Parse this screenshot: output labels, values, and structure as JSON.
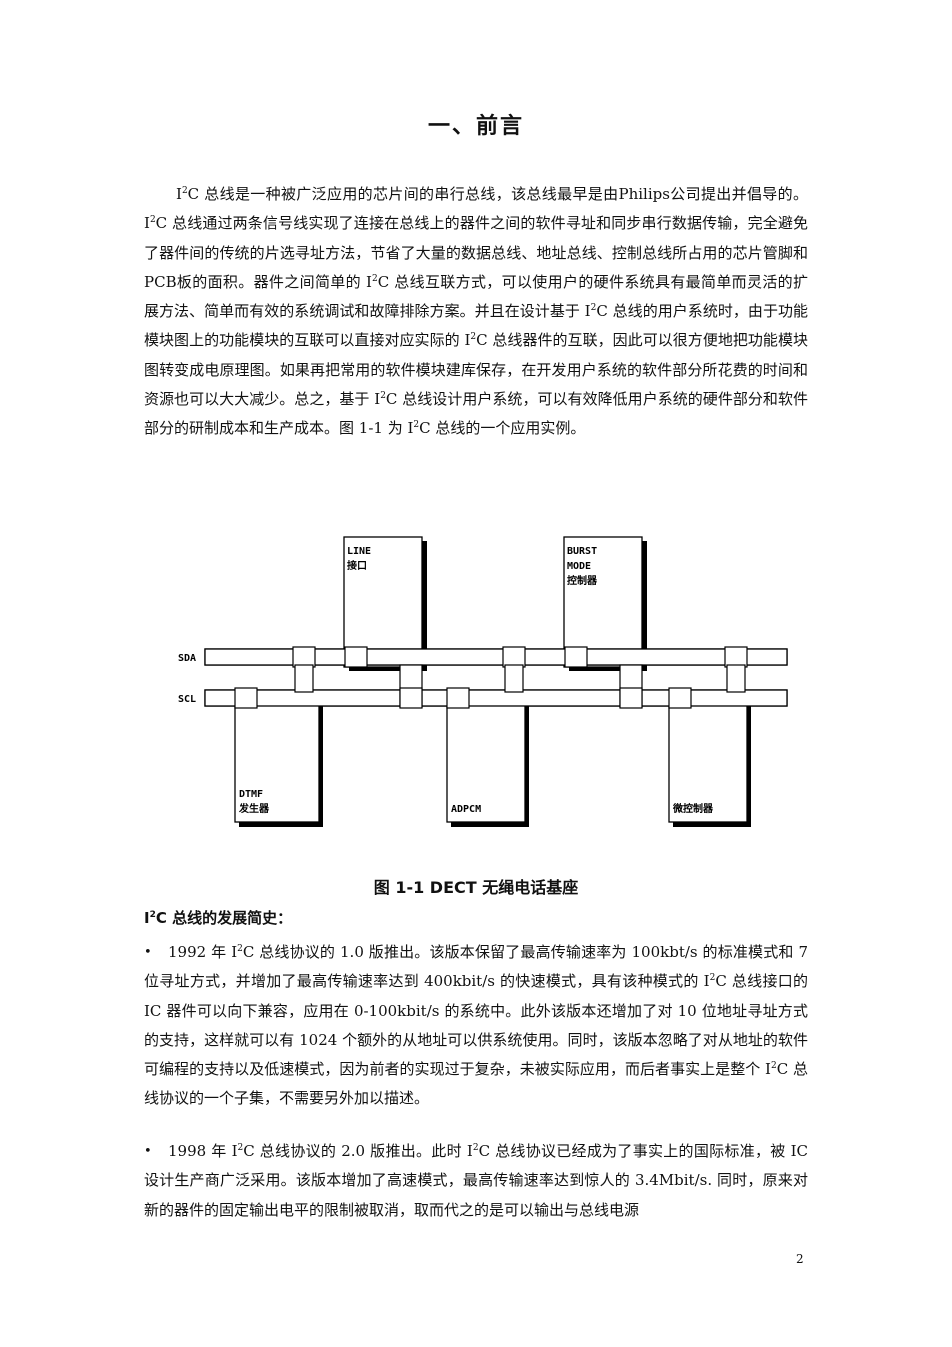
{
  "title": "一、前言",
  "intro": {
    "i2c": "I",
    "sup": "2",
    "c_rest": "C 总线是一种被广泛应用的芯片间的串行总线，该总线最早是由Philips公司提出并倡导的。",
    "s2_pre": " I",
    "s2_rest": "C 总线通过两条信号线实现了连接在总线上的器件之间的软件寻址和同步串行数据传输，完全避免了器件间的传统的片选寻址方法，节省了大量的数据总线、地址总线、控制总线所占用的芯片管脚和PCB板的面积。器件之间简单的 I",
    "s3_rest": "C 总线互联方式，可以使用户的硬件系统具有最简单而灵活的扩展方法、简单而有效的系统调试和故障排除方案。并且在设计基于 I",
    "s4_rest": "C 总线的用户系统时，由于功能模块图上的功能模块的互联可以直接对应实际的 I",
    "s5_rest": "C 总线器件的互联，因此可以很方便地把功能模块图转变成电原理图。如果再把常用的软件模块建库保存，在开发用户系统的软件部分所花费的时间和资源也可以大大减少。总之，基于 I",
    "s6_rest": "C 总线设计用户系统，可以有效降低用户系统的硬件部分和软件部分的研制成本和生产成本。图 1-1 为 I",
    "s7_rest": "C 总线的一个应用实例。"
  },
  "diagram": {
    "bus_sda": "SDA",
    "bus_scl": "SCL",
    "line_l1": "LINE",
    "line_l2": "接口",
    "burst_l1": "BURST",
    "burst_l2": "MODE",
    "burst_l3": "控制器",
    "dtmf_l1": "DTMF",
    "dtmf_l2": "发生器",
    "adpcm_l1": "ADPCM",
    "mcu_l1": "微控制器"
  },
  "caption": "图 1-1   DECT 无绳电话基座",
  "history_heading": {
    "pre": "I",
    "sup": "2",
    "rest": "C 总线的发展简史："
  },
  "history": [
    {
      "bullet": "•",
      "a": "1992 年 I",
      "b": "C 总线协议的 1.0 版推出。该版本保留了最高传输速率为 100kbt/s 的标准模式和 7 位寻址方式，并增加了最高传输速率达到 400kbit/s 的快速模式，具有该种模式的 I",
      "c": "C 总线接口的 IC 器件可以向下兼容，应用在 0-100kbit/s 的系统中。此外该版本还增加了对 10 位地址寻址方式的支持，这样就可以有 1024 个额外的从地址可以供系统使用。同时，该版本忽略了对从地址的软件可编程的支持以及低速模式，因为前者的实现过于复杂，未被实际应用，而后者事实上是整个 I",
      "d": "C 总线协议的一个子集，不需要另外加以描述。"
    },
    {
      "bullet": "•",
      "a": "1998 年 I",
      "b": "C 总线协议的 2.0 版推出。此时 I",
      "c": "C 总线协议已经成为了事实上的国际标准，被 IC 设计生产商广泛采用。该版本增加了高速模式，最高传输速率达到惊人的 3.4Mbit/s. 同时，原来对新的器件的固定输出电平的限制被取消，取而代之的是可以输出与总线电源"
    }
  ],
  "page_number": "2"
}
